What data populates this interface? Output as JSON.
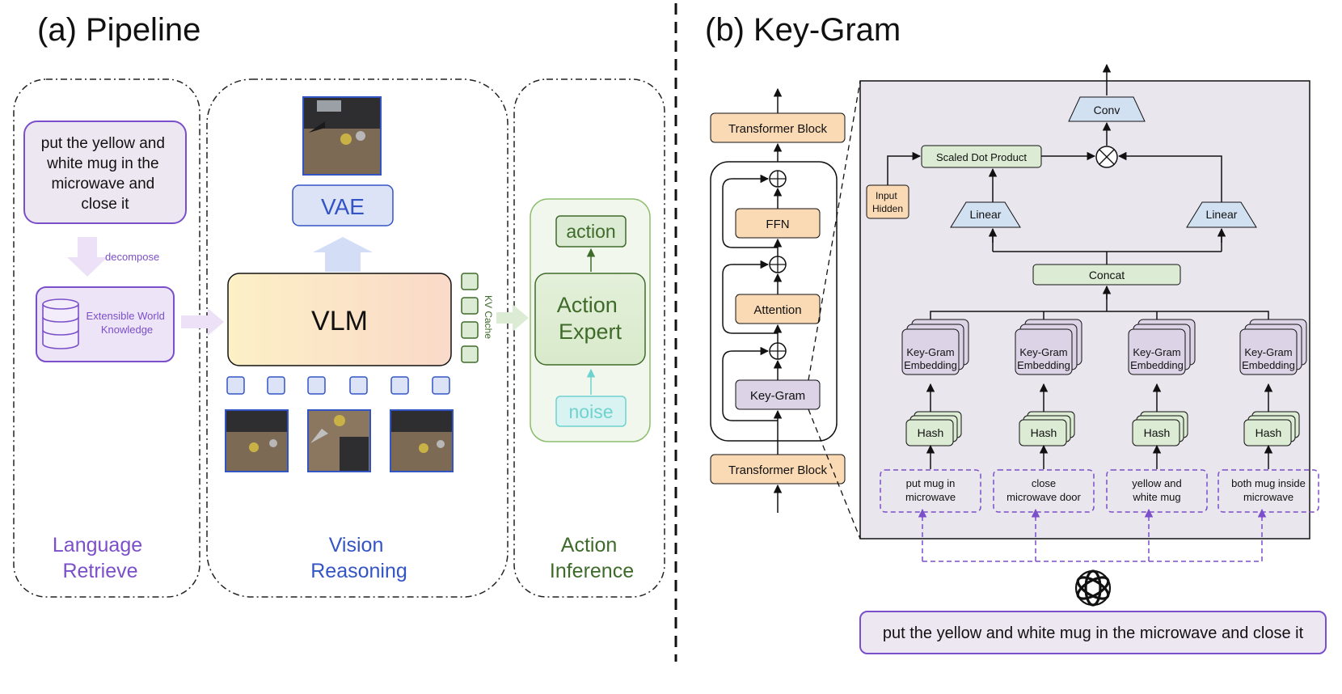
{
  "pipeline": {
    "title": "(a) Pipeline",
    "instruction": [
      "put the yellow and",
      "white mug in the",
      "microwave and",
      "close it"
    ],
    "decompose_label": "decompose",
    "knowledge_label": [
      "Extensible World",
      "Knowledge"
    ],
    "vae_label": "VAE",
    "vlm_label": "VLM",
    "kv_cache_label": "KV Cache",
    "action_label": "action",
    "action_expert_label": [
      "Action",
      "Expert"
    ],
    "noise_label": "noise",
    "stage_language": [
      "Language",
      "Retrieve"
    ],
    "stage_vision": [
      "Vision",
      "Reasoning"
    ],
    "stage_action": [
      "Action",
      "Inference"
    ]
  },
  "keygram": {
    "title": "(b) Key-Gram",
    "transformer_block_top": "Transformer Block",
    "ffn_label": "FFN",
    "attention_label": "Attention",
    "keygram_label": "Key-Gram",
    "transformer_block_bottom": "Transformer Block",
    "conv_label": "Conv",
    "scaled_dot_label": "Scaled Dot Product",
    "input_hidden_label": [
      "Input",
      "Hidden"
    ],
    "linear_left_label": "Linear",
    "linear_right_label": "Linear",
    "concat_label": "Concat",
    "embedding_label": [
      "Key-Gram",
      "Embedding"
    ],
    "hash_label": "Hash",
    "phrases": [
      [
        "put mug in",
        "microwave"
      ],
      [
        "close",
        "microwave door"
      ],
      [
        "yellow and",
        "white mug"
      ],
      [
        "both mug inside",
        "microwave"
      ]
    ],
    "full_instruction": "put the yellow and white mug in the microwave and close it"
  },
  "colors": {
    "purple": "#7B4FC9",
    "blue": "#3355C4",
    "green": "#3F6B2A",
    "orange_fill": "#FAD9B5",
    "green_fill": "#DCEBD3",
    "lavender_fill": "#DCD3E6",
    "panel_fill": "#EAE6EE"
  }
}
